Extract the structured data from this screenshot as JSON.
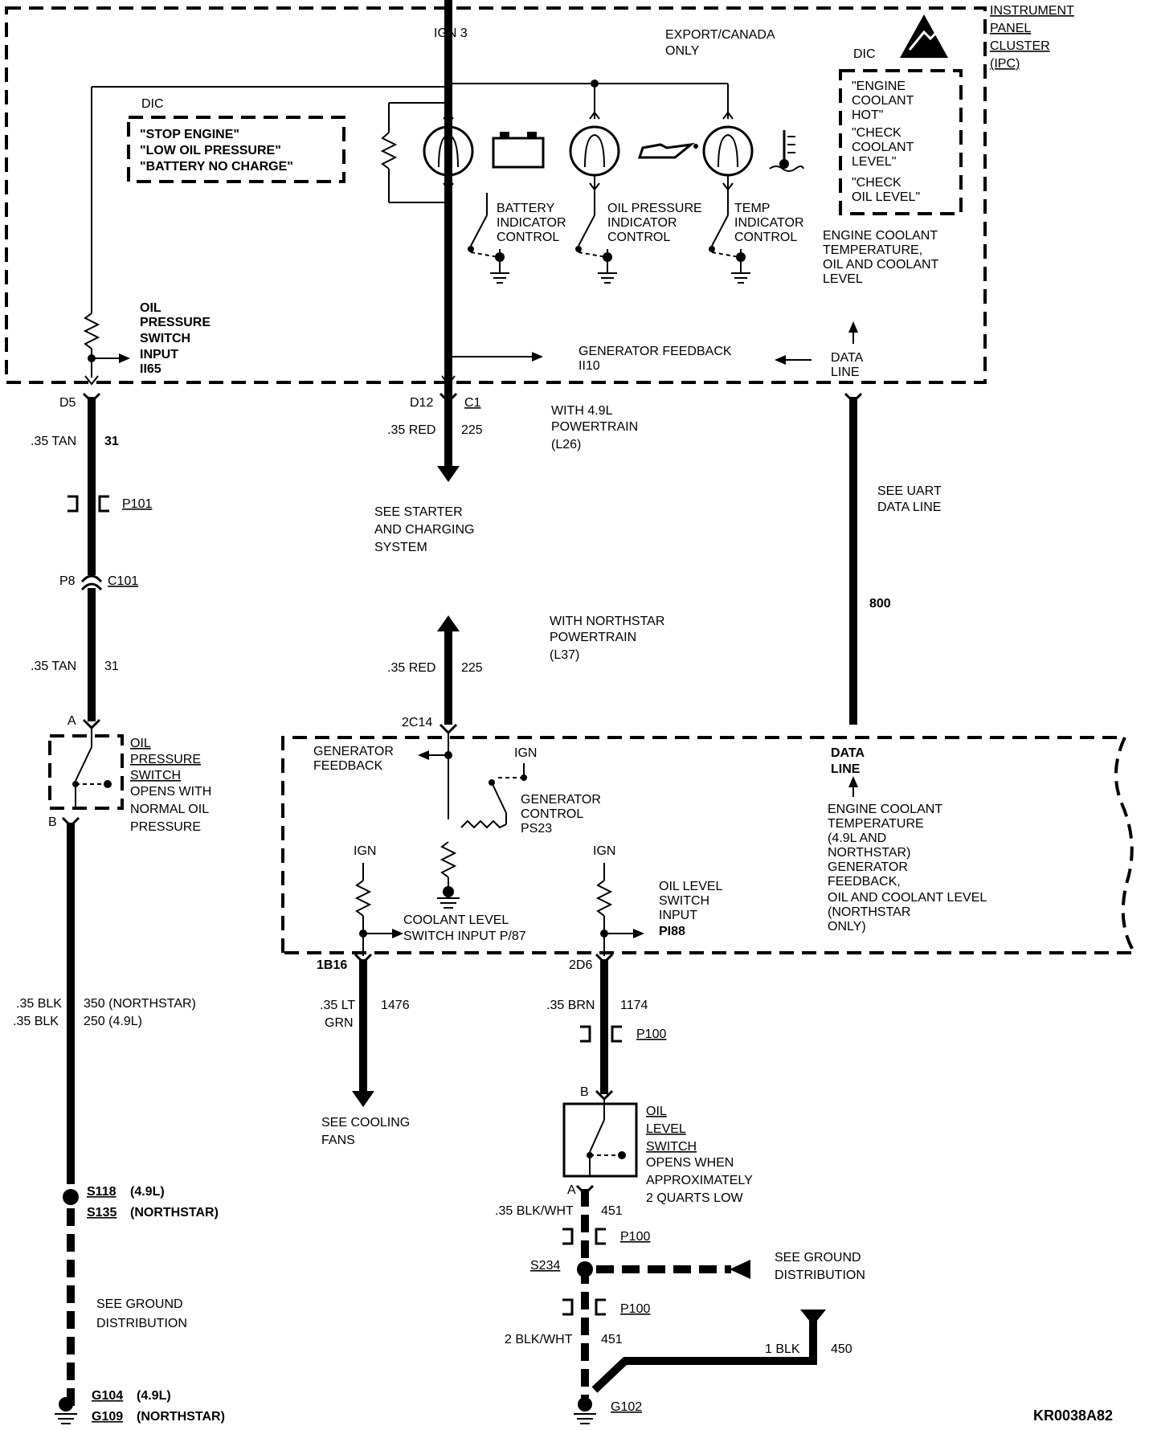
{
  "ipc": {
    "title_lines": [
      "INSTRUMENT",
      "PANEL",
      "CLUSTER",
      "(IPC)"
    ],
    "ign_source": "IGN 3",
    "export_note_lines": [
      "EXPORT/CANADA",
      "ONLY"
    ]
  },
  "dic_left": {
    "label": "DIC",
    "messages": [
      "\"STOP ENGINE\"",
      "\"LOW OIL PRESSURE\"",
      "\"BATTERY NO CHARGE\""
    ]
  },
  "dic_right": {
    "label": "DIC",
    "messages": [
      "\"ENGINE",
      "COOLANT",
      "HOT\"",
      "\"CHECK",
      "COOLANT",
      "LEVEL\"",
      "\"CHECK",
      "OIL LEVEL\""
    ]
  },
  "indicators": {
    "battery": [
      "BATTERY",
      "INDICATOR",
      "CONTROL"
    ],
    "oil": [
      "OIL PRESSURE",
      "INDICATOR",
      "CONTROL"
    ],
    "temp": [
      "TEMP",
      "INDICATOR",
      "CONTROL"
    ]
  },
  "ipc_notes": {
    "ect_lines": [
      "ENGINE COOLANT",
      "TEMPERATURE,",
      "OIL AND COOLANT",
      "LEVEL"
    ],
    "oil_input_lines": [
      "OIL",
      "PRESSURE",
      "SWITCH",
      "INPUT",
      "II65"
    ],
    "gen_feedback_lines": [
      "GENERATOR FEEDBACK",
      "II10"
    ],
    "data_line_lines": [
      "DATA",
      "LINE"
    ]
  },
  "circuits": {
    "d5": "D5",
    "tan1": ".35 TAN",
    "c31a": "31",
    "p101": "P101",
    "p8": "P8",
    "c101": "C101",
    "tan2": ".35 TAN",
    "c31b": "31",
    "d12": "D12",
    "c1": "C1",
    "red1": ".35 RED",
    "c225a": "225",
    "with49_lines": [
      "WITH 4.9L",
      "POWERTRAIN",
      "(L26)"
    ],
    "starter_lines": [
      "SEE STARTER",
      "AND CHARGING",
      "SYSTEM"
    ],
    "northstar_lines": [
      "WITH NORTHSTAR",
      "POWERTRAIN",
      "(L37)"
    ],
    "red2": ".35 RED",
    "c225b": "225",
    "c2c14": "2C14",
    "uart_lines": [
      "SEE UART",
      "DATA LINE"
    ],
    "c800": "800"
  },
  "oil_pressure_switch": {
    "pin_a": "A",
    "pin_b": "B",
    "title_lines": [
      "OIL",
      "PRESSURE",
      "SWITCH"
    ],
    "desc_lines": [
      "OPENS WITH",
      "NORMAL OIL",
      "PRESSURE"
    ]
  },
  "pcm": {
    "gen_feedback_lines": [
      "GENERATOR",
      "FEEDBACK"
    ],
    "ign1": "IGN",
    "gen_control_lines": [
      "GENERATOR",
      "CONTROL",
      "PS23"
    ],
    "data_line_lines": [
      "DATA",
      "LINE"
    ],
    "ect_lines": [
      "ENGINE COOLANT",
      "TEMPERATURE",
      "(4.9L AND",
      "NORTHSTAR)",
      "GENERATOR",
      "FEEDBACK,",
      "OIL AND COOLANT LEVEL",
      "(NORTHSTAR",
      "ONLY)"
    ],
    "ign2": "IGN",
    "ign3": "IGN",
    "coolant_lines": [
      "COOLANT LEVEL",
      "SWITCH INPUT P/87"
    ],
    "oil_level_lines": [
      "OIL LEVEL",
      "SWITCH",
      "INPUT",
      "PI88"
    ],
    "pin_1b16": "1B16",
    "pin_2d6": "2D6"
  },
  "lower_left": {
    "blk1": ".35 BLK",
    "blk2": ".35 BLK",
    "c350": "350 (NORTHSTAR)",
    "c250": "250 (4.9L)",
    "s118": "S118",
    "s118_note": "(4.9L)",
    "s135": "S135",
    "s135_note": "(NORTHSTAR)",
    "ground_lines": [
      "SEE GROUND",
      "DISTRIBUTION"
    ],
    "g104": "G104",
    "g104_note": "(4.9L)",
    "g109": "G109",
    "g109_note": "(NORTHSTAR)"
  },
  "lower_mid": {
    "ltgrn_lines": [
      ".35 LT",
      "GRN"
    ],
    "c1476": "1476",
    "cooling_lines": [
      "SEE COOLING",
      "FANS"
    ]
  },
  "lower_right": {
    "brn": ".35 BRN",
    "c1174": "1174",
    "p100a": "P100",
    "pin_b": "B",
    "switch_title_lines": [
      "OIL",
      "LEVEL",
      "SWITCH"
    ],
    "switch_desc_lines": [
      "OPENS WHEN",
      "APPROXIMATELY",
      "2 QUARTS LOW"
    ],
    "pin_a": "A",
    "blkwht1": ".35 BLK/WHT",
    "c451a": "451",
    "p100b": "P100",
    "s234": "S234",
    "ground_lines": [
      "SEE GROUND",
      "DISTRIBUTION"
    ],
    "p100c": "P100",
    "blkwht2": "2 BLK/WHT",
    "c451b": "451",
    "blk1": "1 BLK",
    "c450": "450",
    "g102": "G102"
  },
  "figure_id": "KR0038A82"
}
